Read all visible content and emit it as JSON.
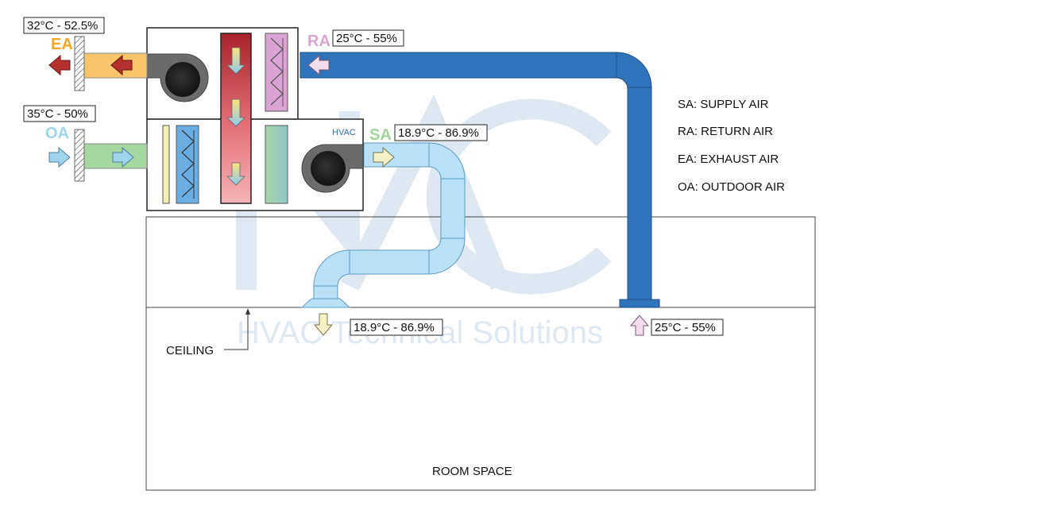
{
  "labels": {
    "ea_tag": "EA",
    "oa_tag": "OA",
    "ra_tag": "RA",
    "sa_tag": "SA",
    "ea_condition": "32°C - 52.5%",
    "oa_condition": "35°C - 50%",
    "ra_condition": "25°C - 55%",
    "sa_condition": "18.9°C - 86.9%",
    "diffuser_condition": "18.9°C - 86.9%",
    "return_grille_condition": "25°C - 55%",
    "ceiling": "CEILING",
    "room_space": "ROOM SPACE"
  },
  "legend": [
    "SA: SUPPLY AIR",
    "RA: RETURN AIR",
    "EA: EXHAUST AIR",
    "OA: OUTDOOR AIR"
  ],
  "watermark": {
    "text": "HVAC Technical Solutions",
    "logo_text": "HVAC"
  },
  "colors": {
    "exhaust": "#f5a623",
    "outdoor": "#9fd4ef",
    "return": "#d9a3d3",
    "supply": "#9fd49a",
    "return_duct": "#2f73ba",
    "supply_duct": "#b9e1f7",
    "watermark": "#dbe6f2"
  },
  "icons": {
    "fans": "centrifugal-fan-icon",
    "filters": "filter-icon",
    "heat_exchanger": "heat-exchanger-icon",
    "arrows": "airflow-arrow-icon"
  }
}
